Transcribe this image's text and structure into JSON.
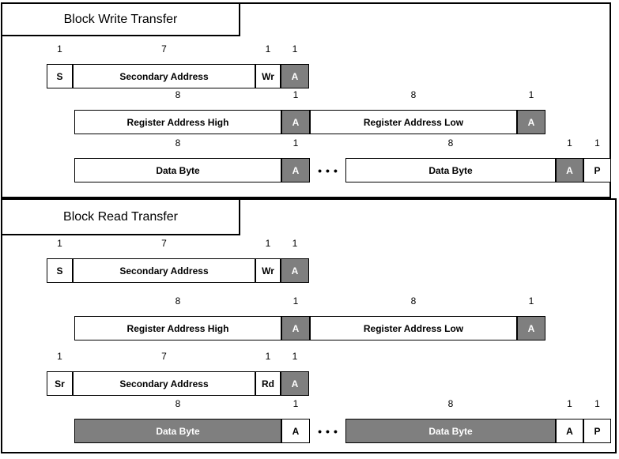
{
  "colors": {
    "ack_fill": "#7f7f7f",
    "box_border": "#000000",
    "background": "#ffffff"
  },
  "sections": [
    {
      "title": "Block Write Transfer",
      "rows": [
        {
          "bits": [
            "1",
            "7",
            "1",
            "1"
          ],
          "cells": [
            "S",
            "Secondary Address",
            "Wr",
            "A"
          ]
        },
        {
          "bits": [
            "8",
            "1",
            "8",
            "1"
          ],
          "cells": [
            "Register Address High",
            "A",
            "Register Address Low",
            "A"
          ]
        },
        {
          "bits": [
            "8",
            "1",
            "8",
            "1",
            "1"
          ],
          "cells": [
            "Data Byte",
            "A",
            "Data Byte",
            "A",
            "P"
          ],
          "ellipsis": "•••"
        }
      ]
    },
    {
      "title": "Block Read Transfer",
      "rows": [
        {
          "bits": [
            "1",
            "7",
            "1",
            "1"
          ],
          "cells": [
            "S",
            "Secondary Address",
            "Wr",
            "A"
          ]
        },
        {
          "bits": [
            "8",
            "1",
            "8",
            "1"
          ],
          "cells": [
            "Register Address High",
            "A",
            "Register Address Low",
            "A"
          ]
        },
        {
          "bits": [
            "1",
            "7",
            "1",
            "1"
          ],
          "cells": [
            "Sr",
            "Secondary Address",
            "Rd",
            "A"
          ]
        },
        {
          "bits": [
            "8",
            "1",
            "8",
            "1",
            "1"
          ],
          "cells": [
            "Data Byte",
            "A",
            "Data Byte",
            "A",
            "P"
          ],
          "ellipsis": "•••"
        }
      ]
    }
  ]
}
